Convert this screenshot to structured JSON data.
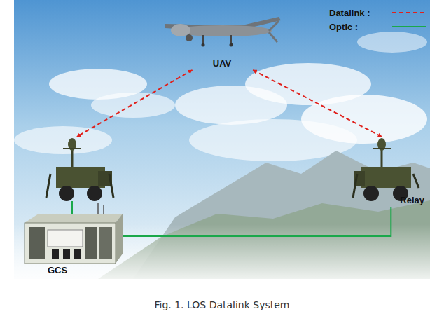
{
  "diagram": {
    "caption": "Fig. 1. LOS Datalink System",
    "nodes": [
      {
        "text": [
          "UAV"
        ]
      },
      {
        "text": [
          "GCS"
        ]
      },
      {
        "text": [
          "Relay"
        ]
      }
    ],
    "edges": [
      {
        "from": 0,
        "to": 1,
        "arrow": "both"
      },
      {
        "from": 0,
        "to": 2,
        "arrow": "both"
      },
      {
        "from": 2,
        "to": 1,
        "arrow": "none"
      }
    ],
    "legend": [
      {
        "text": "Datalink :"
      },
      {
        "text": "Optic :"
      }
    ]
  }
}
